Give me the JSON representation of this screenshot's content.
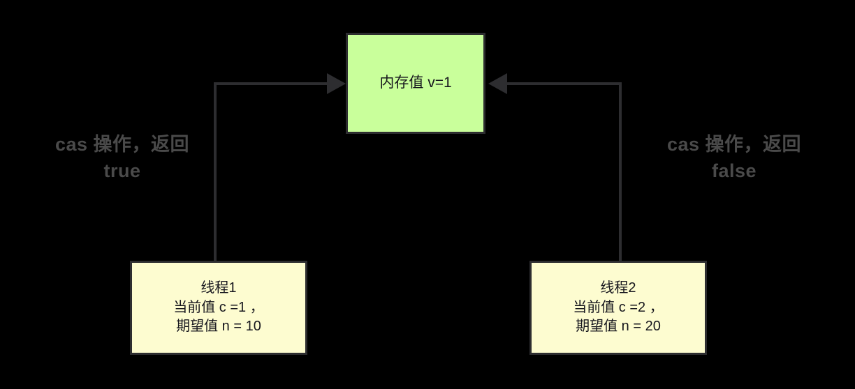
{
  "diagram": {
    "title": "CAS operation diagram",
    "background_color": "#000000",
    "nodes": {
      "memory": {
        "label": "内存值 v=1",
        "fill": "#c9ff9b",
        "stroke": "#2d2d30"
      },
      "thread_left": {
        "label": "线程1\n当前值 c =1 ，\n期望值 n = 10",
        "fill": "#fdfcd0",
        "stroke": "#2d2d30"
      },
      "thread_right": {
        "label": "线程2\n当前值 c =2 ，\n期望值 n = 20",
        "fill": "#fdfcd0",
        "stroke": "#2d2d30"
      }
    },
    "edges": {
      "left": {
        "label": "cas 操作，返回\ntrue",
        "label_color": "#4a4a4a",
        "line_color": "#2d2d30",
        "direction": "thread1-to-memory"
      },
      "right": {
        "label": "cas 操作，返回\nfalse",
        "label_color": "#4a4a4a",
        "line_color": "#2d2d30",
        "direction": "thread2-to-memory"
      }
    }
  }
}
